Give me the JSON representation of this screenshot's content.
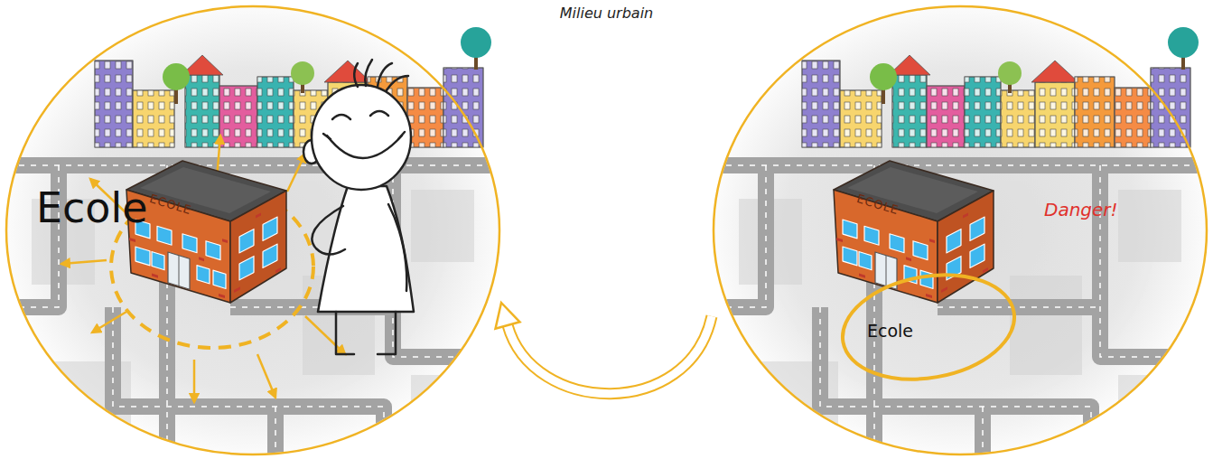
{
  "diagram": {
    "title": "Milieu urbain",
    "nodes": [
      {
        "text": [
          "Ecole"
        ]
      },
      {
        "text": [
          "Danger!"
        ]
      },
      {
        "text": [
          "Ecole"
        ],
        "in": 1
      }
    ],
    "edges": [
      {
        "from": 1,
        "to": 0,
        "arrow": "to"
      }
    ],
    "labels": [
      "ECOLE",
      "ECOLE"
    ]
  }
}
